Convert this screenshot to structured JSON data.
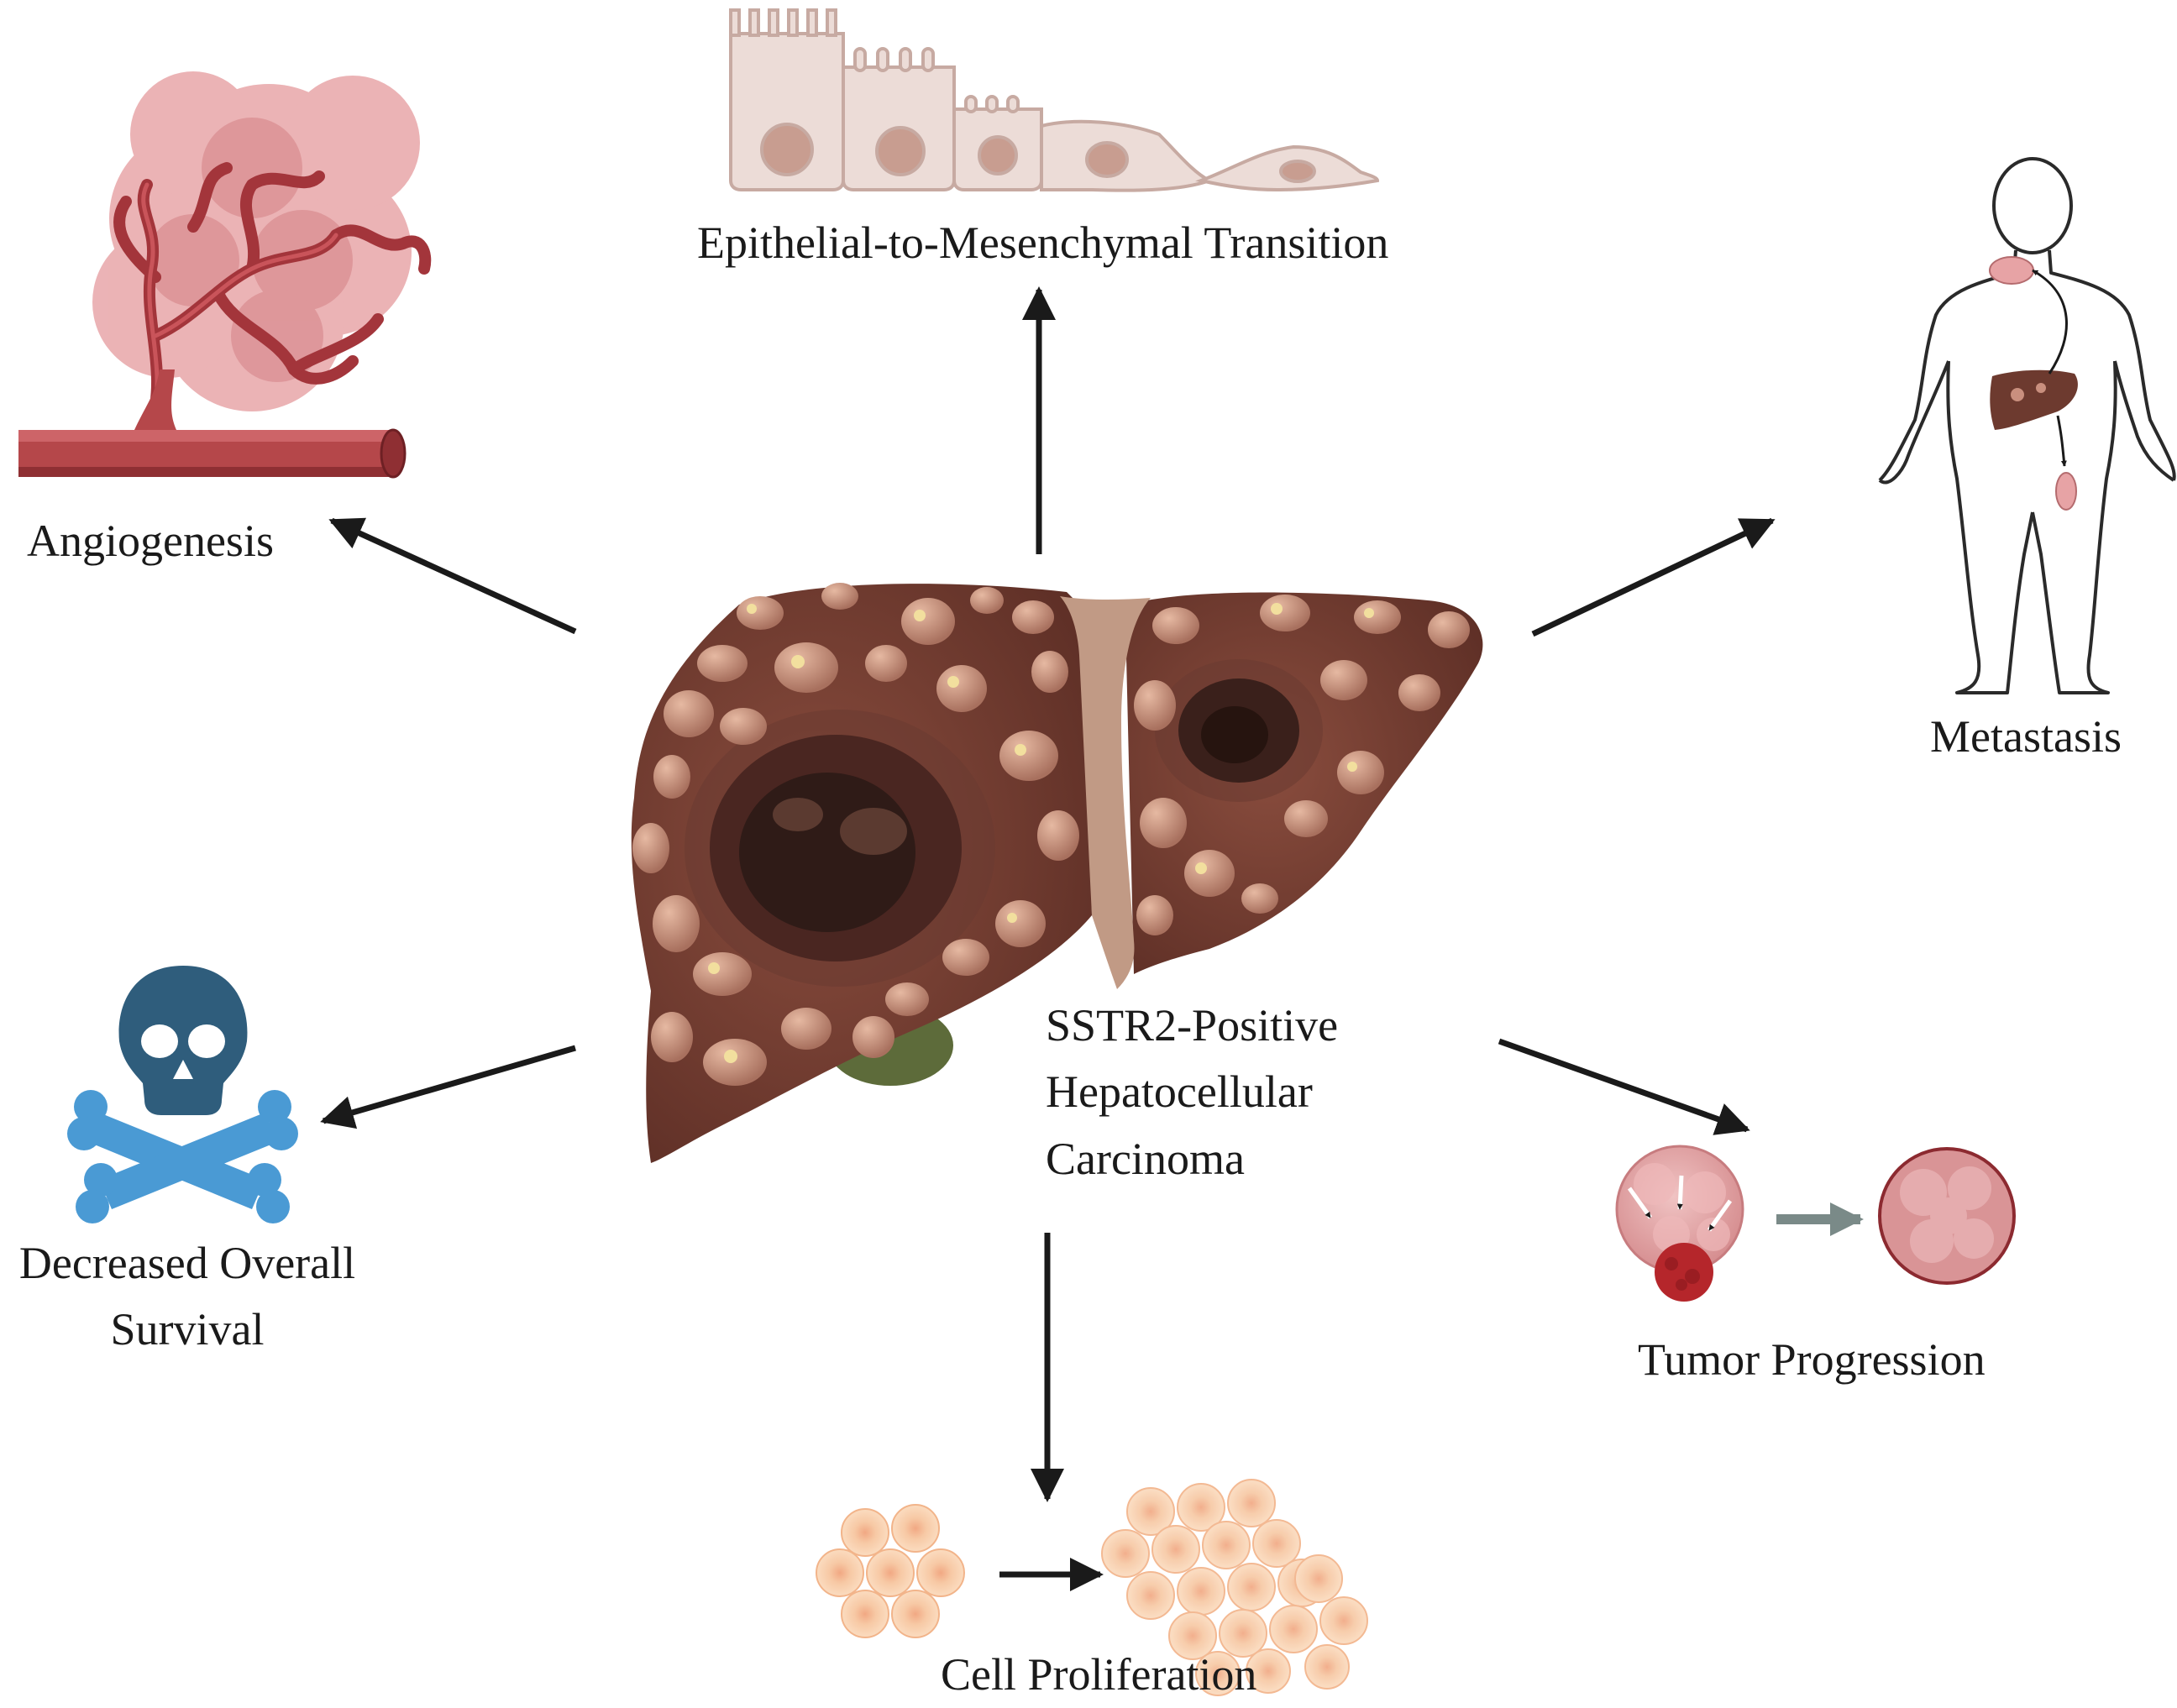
{
  "center_label": {
    "line1": "SSTR2-Positive",
    "line2": "Hepatocellular",
    "line3": "Carcinoma"
  },
  "outcomes": {
    "emt": "Epithelial-to-Mesenchymal Transition",
    "angiogenesis": "Angiogenesis",
    "metastasis": "Metastasis",
    "survival": {
      "line1": "Decreased Overall",
      "line2": "Survival"
    },
    "tumor_progression": "Tumor Progression",
    "cell_proliferation": "Cell Proliferation"
  },
  "icons": {
    "center": "liver-tumor-icon",
    "emt": "epithelial-mesenchymal-cells-icon",
    "angiogenesis": "blood-vessel-tumor-icon",
    "metastasis": "human-body-metastasis-icon",
    "survival": "skull-crossbones-icon",
    "tumor_progression": "tumor-growth-icon",
    "cell_proliferation": "cell-cluster-icon"
  },
  "colors": {
    "liver": "#7a4236",
    "nodule": "#c98f7e",
    "vessel": "#b5474a",
    "skull": "#2f5d7c",
    "bones": "#4a9ad4",
    "cells": "#f6c9a3",
    "arrow": "#1a1a1a"
  }
}
